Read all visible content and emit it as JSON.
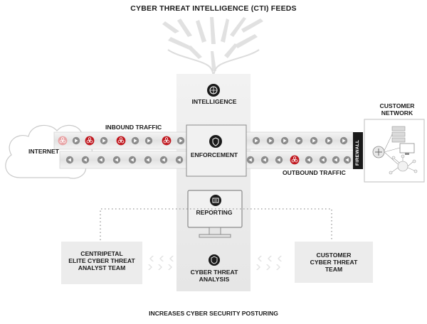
{
  "title": "CYBER THREAT INTELLIGENCE (CTI) FEEDS",
  "footer": "INCREASES CYBER SECURITY POSTURING",
  "nodes": {
    "internet": "INTERNET",
    "customer_network": [
      "CUSTOMER",
      "NETWORK"
    ],
    "firewall": "FIREWALL",
    "intelligence": "INTELLIGENCE",
    "enforcement": "ENFORCEMENT",
    "reporting": "REPORTING",
    "analysis": [
      "CYBER THREAT",
      "ANALYSIS"
    ],
    "centripetal_team": [
      "CENTRIPETAL",
      "ELITE CYBER THREAT",
      "ANALYST TEAM"
    ],
    "customer_team": [
      "CUSTOMER",
      "CYBER THREAT",
      "TEAM"
    ]
  },
  "flows": {
    "inbound": "INBOUND TRAFFIC",
    "outbound": "OUTBOUND TRAFFIC"
  },
  "icons": {
    "intelligence": "globe-icon",
    "enforcement": "shield-icon",
    "reporting": "report-icon",
    "analysis": "lightbulb-shield-icon",
    "threat": "biohazard-icon",
    "packet": "play-arrow-icon"
  },
  "colors": {
    "threat": "#c0181f",
    "packet": "#8c8c8c",
    "dark": "#1a1a1a",
    "panel": "#ececec"
  }
}
